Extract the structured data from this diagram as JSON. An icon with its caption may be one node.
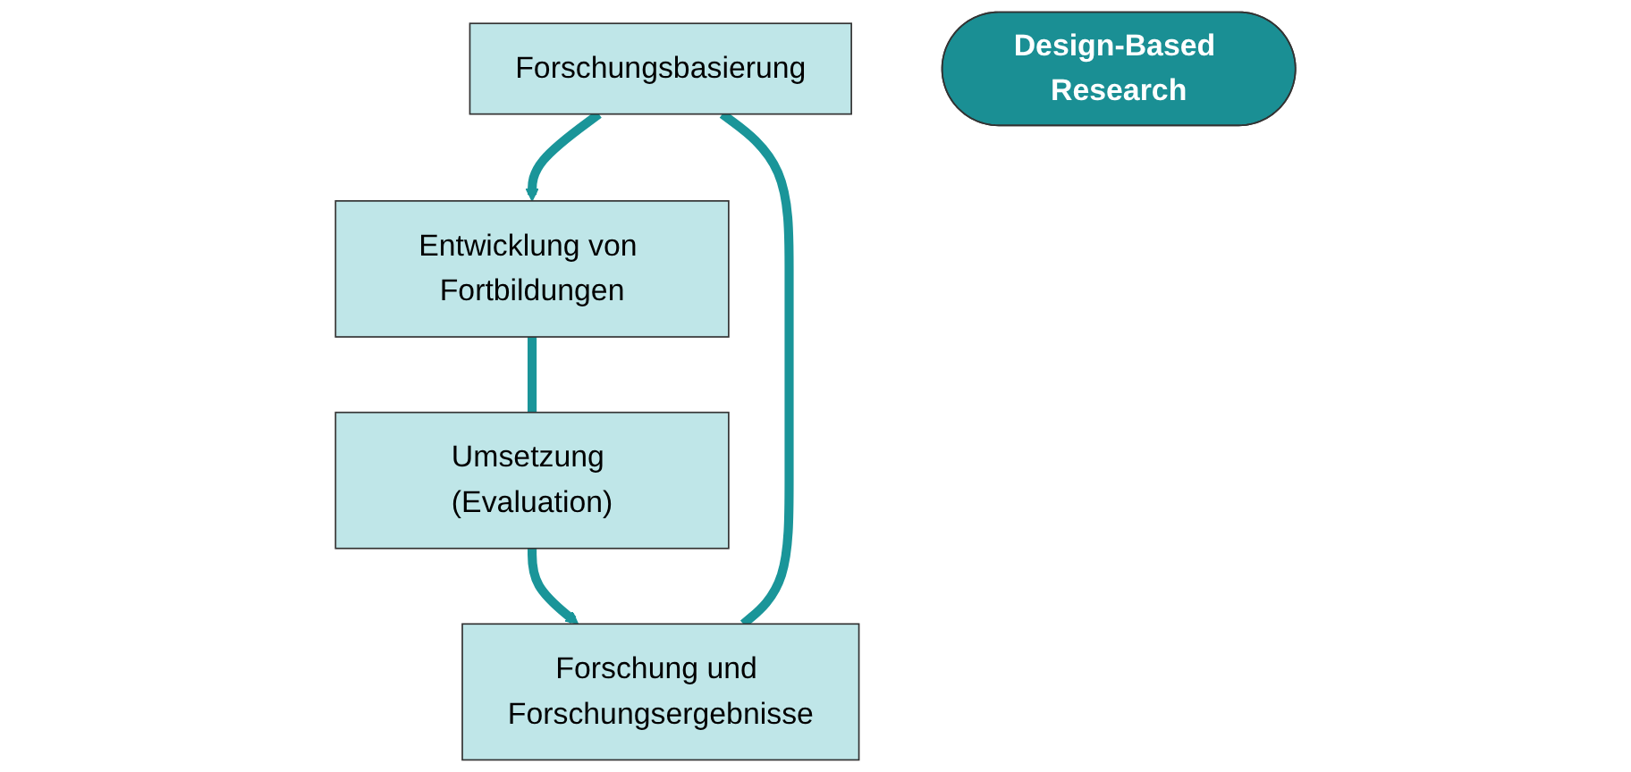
{
  "diagram": {
    "nodes": [
      {
        "text": [
          "Forschungsbasierung"
        ]
      },
      {
        "text": [
          "Forschung und Forschungsergebnisse"
        ]
      },
      {
        "text": [
          "Design-Based Research"
        ]
      },
      {
        "text": [
          "Entwicklung von Fortbildungen"
        ]
      },
      {
        "text": [
          "Umsetzung (Evaluation)"
        ]
      }
    ],
    "edges": [
      {
        "from": 1,
        "to": 0,
        "arrow": "none"
      },
      {
        "from": 0,
        "to": 3,
        "arrow": "to"
      },
      {
        "from": 3,
        "to": 4,
        "arrow": "none"
      },
      {
        "from": 4,
        "to": 1,
        "arrow": "to"
      }
    ]
  }
}
